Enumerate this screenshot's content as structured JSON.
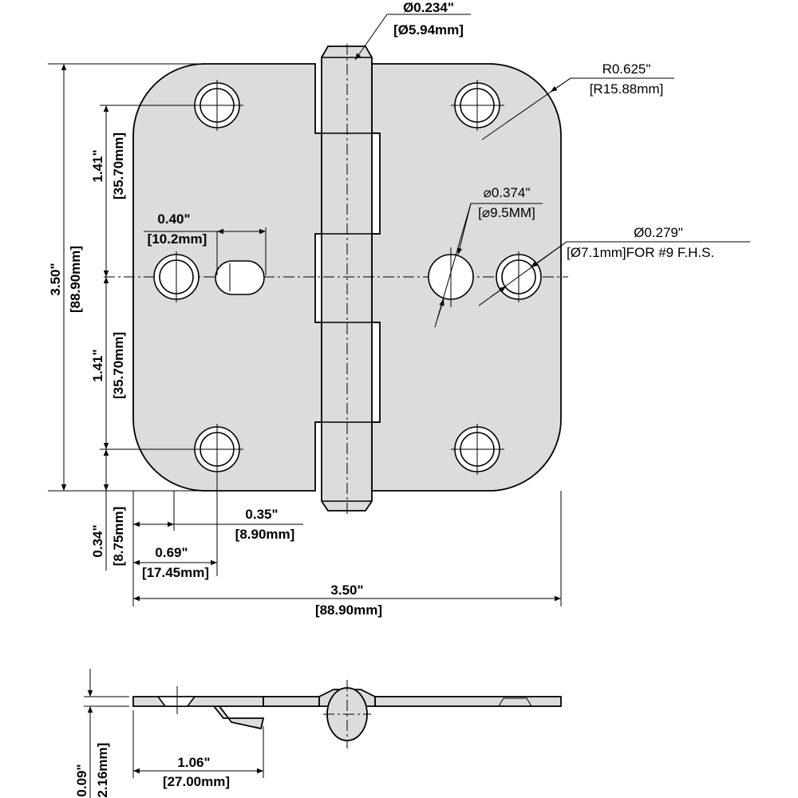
{
  "title": "Hinge dimension drawing",
  "colors": {
    "part_fill": "#dcdcdc",
    "line": "#000000"
  },
  "dimensions": {
    "pin_diameter": {
      "in": "Ø0.234\"",
      "mm": "[Ø5.94mm]"
    },
    "corner_radius": {
      "in": "R0.625\"",
      "mm": "[R15.88mm]"
    },
    "center_hole": {
      "in": "⌀0.374\"",
      "mm": "[⌀9.5MM]"
    },
    "screw_hole": {
      "in": "Ø0.279\"",
      "mm": "[Ø7.1mm]FOR #9 F.H.S."
    },
    "slot": {
      "in": "0.40\"",
      "mm": "[10.2mm]"
    },
    "height": {
      "in": "3.50\"",
      "mm": "[88.90mm]"
    },
    "hole_spacing_top": {
      "in": "1.41\"",
      "mm": "[35.70mm]"
    },
    "hole_spacing_bottom": {
      "in": "1.41\"",
      "mm": "[35.70mm]"
    },
    "hole_edge_vertical": {
      "in": "0.34\"",
      "mm": "[8.75mm]"
    },
    "hole_edge_horizontal": {
      "in": "0.35\"",
      "mm": "[8.90mm]"
    },
    "hole_offset": {
      "in": "0.69\"",
      "mm": "[17.45mm]"
    },
    "width": {
      "in": "3.50\"",
      "mm": "[88.90mm]"
    },
    "thickness": {
      "in": "0.09\"",
      "mm": "[2.16mm]"
    },
    "bend_length": {
      "in": "1.06\"",
      "mm": "[27.00mm]"
    }
  }
}
